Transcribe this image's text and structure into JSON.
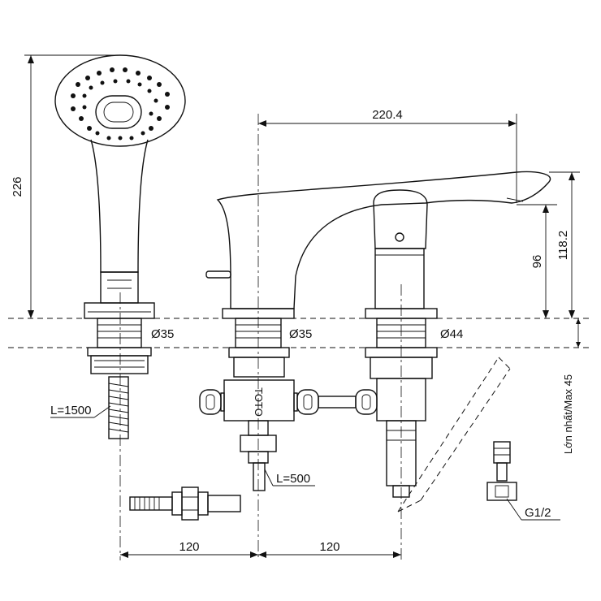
{
  "dimensions": {
    "height_handshower": "226",
    "width_spout": "220.4",
    "height_outlet": "96",
    "height_total": "118.2",
    "dia_handshower": "Ø35",
    "dia_spout": "Ø35",
    "dia_valve": "Ø44",
    "spacing_left": "120",
    "spacing_right": "120",
    "max_deck": "Lớn nhất/Max 45"
  },
  "callouts": {
    "hose_length": "L=1500",
    "supply_length": "L=500",
    "thread": "G1/2"
  },
  "brand_mark": "TOTO"
}
